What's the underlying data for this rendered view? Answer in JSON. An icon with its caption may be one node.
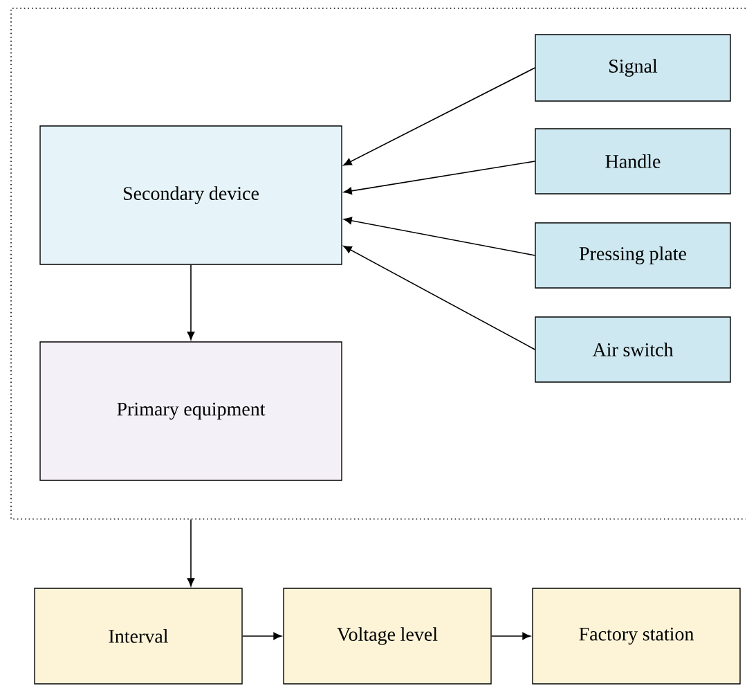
{
  "diagram": {
    "nodes": [
      {
        "text": [],
        "shape": "box"
      },
      {
        "text": [
          "Secondary device"
        ],
        "in": 0
      },
      {
        "text": [
          "Signal"
        ],
        "in": 0
      },
      {
        "text": [
          "Handle"
        ],
        "in": 0
      },
      {
        "text": [
          "Pressing plate"
        ],
        "in": 0
      },
      {
        "text": [
          "Air switch"
        ],
        "in": 0
      },
      {
        "text": [
          "Primary equipment"
        ],
        "in": 0
      },
      {
        "text": [
          "Interval"
        ]
      },
      {
        "text": [
          "Voltage level"
        ]
      },
      {
        "text": [
          "Factory station"
        ]
      }
    ],
    "edges": [
      {
        "from": 2,
        "to": 1,
        "arrow": "to"
      },
      {
        "from": 3,
        "to": 1,
        "arrow": "to"
      },
      {
        "from": 4,
        "to": 1,
        "arrow": "to"
      },
      {
        "from": 5,
        "to": 1,
        "arrow": "to"
      },
      {
        "from": 1,
        "to": 6,
        "arrow": "to"
      },
      {
        "from": 0,
        "to": 7,
        "arrow": "to"
      },
      {
        "from": 7,
        "to": 8,
        "arrow": "to"
      },
      {
        "from": 8,
        "to": 9,
        "arrow": "to"
      }
    ]
  }
}
